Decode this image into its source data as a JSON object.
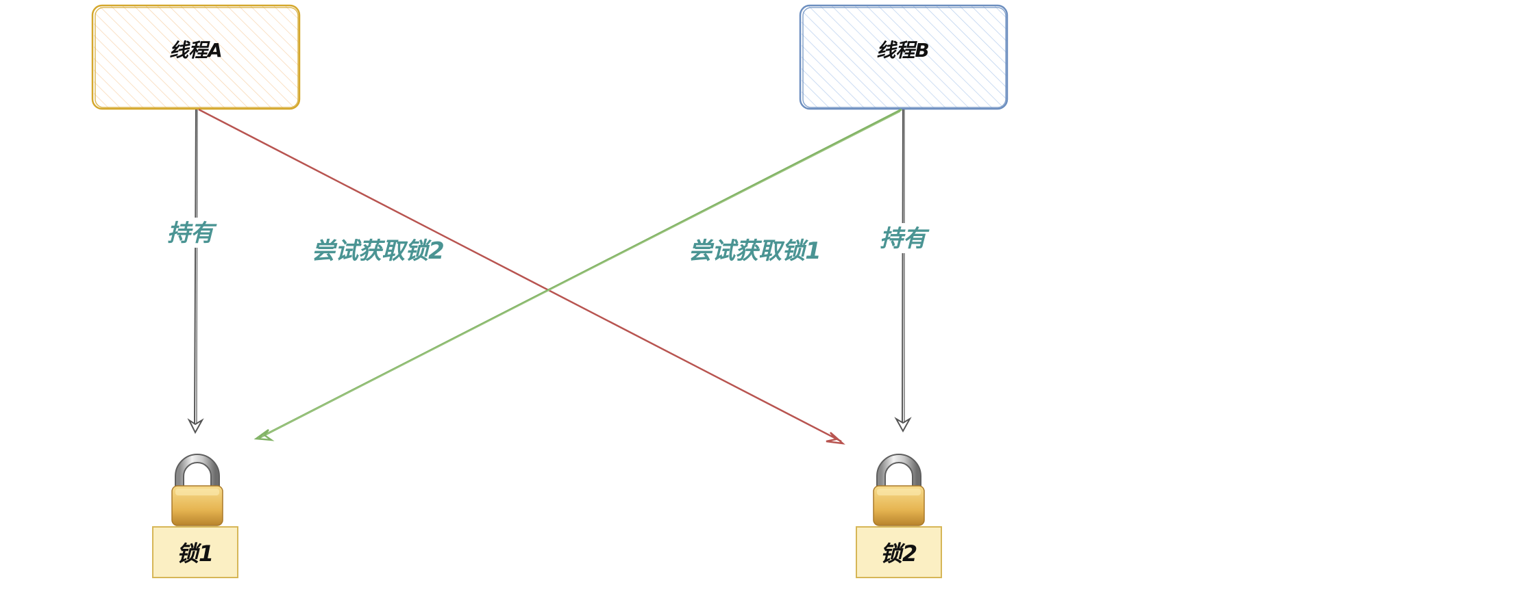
{
  "threads": {
    "a": {
      "label": "线程A",
      "fill": "#ffe6cc",
      "stroke": "#d4a72c"
    },
    "b": {
      "label": "线程B",
      "fill": "#dae8fc",
      "stroke": "#6c8ebf"
    }
  },
  "locks": {
    "lock1": {
      "label": "锁1",
      "icon": "padlock-icon"
    },
    "lock2": {
      "label": "锁2",
      "icon": "padlock-icon"
    }
  },
  "edges": {
    "a_holds": {
      "label": "持有",
      "color": "#666666"
    },
    "b_holds": {
      "label": "持有",
      "color": "#666666"
    },
    "a_tries": {
      "label": "尝试获取锁2",
      "color": "#b85450"
    },
    "b_tries": {
      "label": "尝试获取锁1",
      "color": "#82b366"
    }
  },
  "colors": {
    "edge_label": "#4a9493",
    "lock_box_fill": "#fbefc3",
    "lock_box_stroke": "#d6b656"
  }
}
